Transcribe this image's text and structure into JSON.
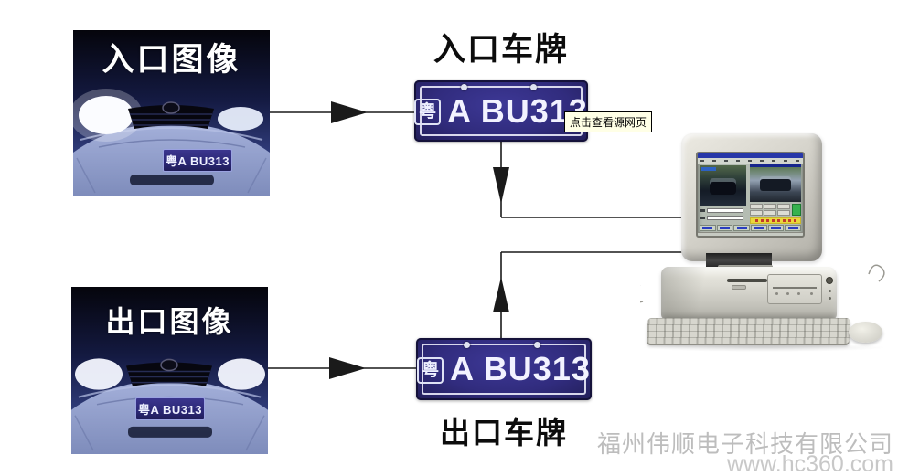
{
  "labels": {
    "entrance_image": "入口图像",
    "exit_image": "出口图像",
    "entrance_plate_title": "入口车牌",
    "exit_plate_title": "出口车牌"
  },
  "plate": {
    "province": "粤",
    "serial": "A BU313",
    "full": "粤A BU313"
  },
  "tooltip": {
    "text": "点击查看源网页"
  },
  "watermark": {
    "company": "福州伟顺电子科技有限公司",
    "website": "www.hc360.com"
  },
  "colors": {
    "plate_background": "#312c7e",
    "plate_text": "#f2f2ff",
    "connector": "#1a1a1a",
    "tooltip_background": "#ffffe6",
    "watermark_text": "#bdbdbd",
    "label_text": "#0c0c0c",
    "result_banner": "#ead73b"
  }
}
